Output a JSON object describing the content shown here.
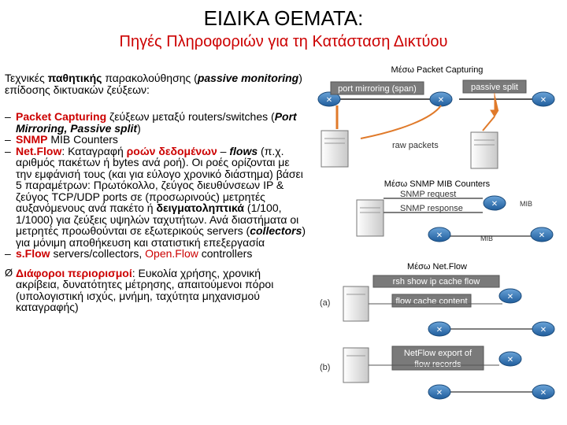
{
  "title": "ΕΙΔΙΚΑ ΘΕΜΑΤΑ:",
  "subtitle": "Πηγές Πληροφοριών για τη Κατάσταση Δικτύου",
  "intro": {
    "a": "Τεχνικές ",
    "b": "παθητικής",
    "c": " παρακολούθησης (",
    "d": "passive monitoring",
    "e": ") επίδοσης δικτυακών ζεύξεων:"
  },
  "bullet1": {
    "a": "Packet Capturing",
    "b": " ζεύξεων μεταξύ routers/switches (",
    "c": "Port Mirroring, Passive split",
    "d": ")"
  },
  "bullet2": {
    "a": "SNMP",
    "b": " MIB Counters"
  },
  "bullet3": {
    "a": "Net.Flow",
    "b": ": Καταγραφή ",
    "c": "ροών δεδομένων",
    "d": " – ",
    "e": "flows",
    "f": " (π.χ. αριθμός πακέτων ή bytes ανά ροή). Οι ροές ορίζονται με την εμφάνισή τους (και για εύλογο χρονικό διάστημα) βάσει 5 παραμέτρων: Πρωτόκολλο, ζεύγος διευθύνσεων IP & ζεύγος TCP/UDP ports σε (προσωρινούς) μετρητές αυξανόμενους ανά πακέτο ή ",
    "g": "δειγματοληπτικά",
    "h": " (1/100, 1/1000) για ζεύξεις υψηλών ταχυτήτων. Ανά διαστήματα οι μετρητές προωθούνται σε εξωτερικούς servers (",
    "i": "collectors",
    "j": ") για μόνιμη αποθήκευση και στατιστική επεξεργασία"
  },
  "bullet4": {
    "a": "s.Flow",
    "b": " servers/collectors, ",
    "c": "Open.Flow",
    "d": " controllers"
  },
  "extra": {
    "arrow": "Ø",
    "a": "Διάφοροι περιορισμοί",
    "b": ": Ευκολία χρήσης, χρονική ακρίβεια, δυνατότητες μέτρησης, απαιτούμενοι πόροι (υπολογιστική ισχύς, μνήμη, ταχύτητα μηχανισμού καταγραφής)"
  },
  "figures": {
    "capture": {
      "caption": "Μέσω Packet Capturing",
      "mirror": "port mirroring (span)",
      "split": "passive split",
      "raw": "raw packets"
    },
    "snmp": {
      "caption": "Μέσω SNMP MIB Counters",
      "request": "SNMP request",
      "response": "SNMP response",
      "mib": "MIB"
    },
    "netflow": {
      "caption": "Μέσω Net.Flow",
      "rsh": "rsh show ip cache flow",
      "cache": "flow cache content",
      "export": "NetFlow export of",
      "records": "flow records",
      "a": "(a)",
      "b": "(b)"
    }
  },
  "colors": {
    "accent_red": "#cc0000",
    "arrow_orange": "#e07a2a",
    "router_blue": "#2a6fb3"
  }
}
